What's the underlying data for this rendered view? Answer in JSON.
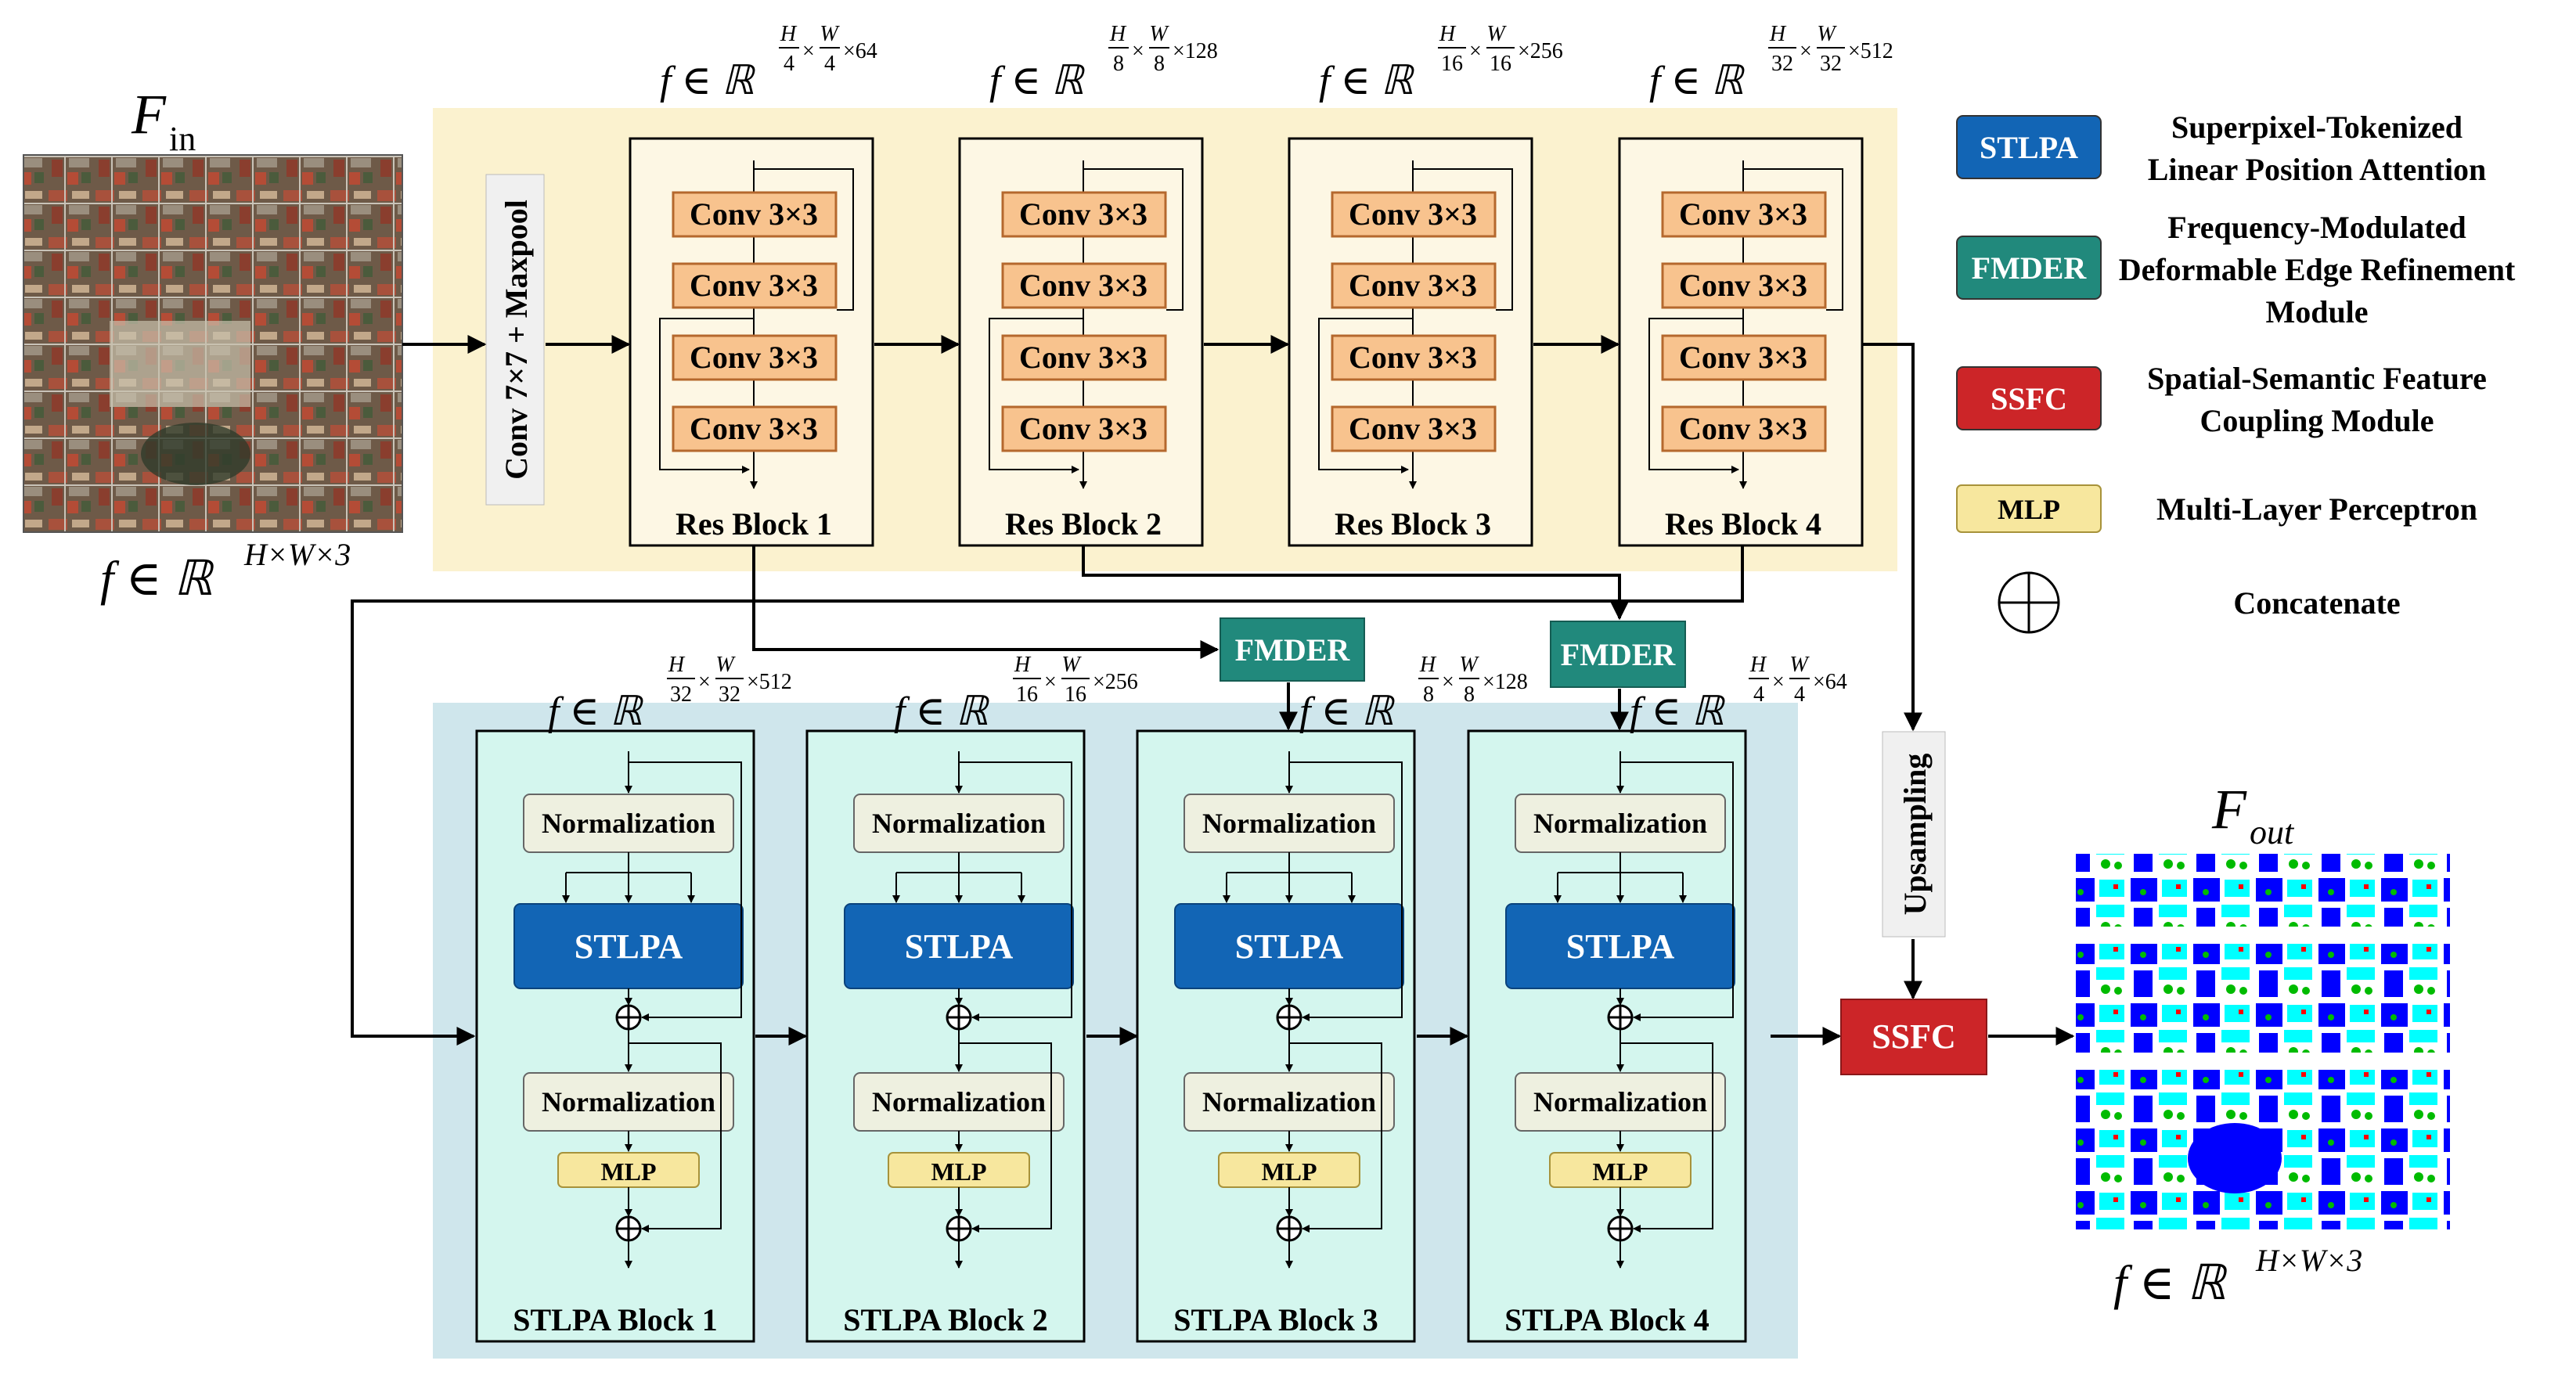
{
  "labels": {
    "f_in_main": "F",
    "f_in_sub": "in",
    "f_out_main": "F",
    "f_out_sub": "out",
    "f_prefix": "f ∈ ℝ",
    "input_shape": "H×W×3",
    "output_shape": "H×W×3",
    "stem": "Conv 7×7 + Maxpool",
    "conv": "Conv 3×3",
    "normalization": "Normalization",
    "stlpa": "STLPA",
    "mlp": "MLP",
    "fmder": "FMDER",
    "ssfc": "SSFC",
    "upsampling": "Upsampling"
  },
  "encoder_blocks": [
    {
      "label": "Res Block 1",
      "fh": "H",
      "fd": "4",
      "wh": "W",
      "wd": "4",
      "ch": "×64"
    },
    {
      "label": "Res Block 2",
      "fh": "H",
      "fd": "8",
      "wh": "W",
      "wd": "8",
      "ch": "×128"
    },
    {
      "label": "Res Block 3",
      "fh": "H",
      "fd": "16",
      "wh": "W",
      "wd": "16",
      "ch": "×256"
    },
    {
      "label": "Res Block 4",
      "fh": "H",
      "fd": "32",
      "wh": "W",
      "wd": "32",
      "ch": "×512"
    }
  ],
  "decoder_blocks": [
    {
      "label": "STLPA Block 1",
      "fh": "H",
      "fd": "32",
      "wh": "W",
      "wd": "32",
      "ch": "×512"
    },
    {
      "label": "STLPA Block 2",
      "fh": "H",
      "fd": "16",
      "wh": "W",
      "wd": "16",
      "ch": "×256"
    },
    {
      "label": "STLPA Block 3",
      "fh": "H",
      "fd": "8",
      "wh": "W",
      "wd": "8",
      "ch": "×128"
    },
    {
      "label": "STLPA Block 4",
      "fh": "H",
      "fd": "4",
      "wh": "W",
      "wd": "4",
      "ch": "×64"
    }
  ],
  "legend": [
    {
      "key": "STLPA",
      "lines": [
        "Superpixel-Tokenized",
        "Linear Position Attention"
      ]
    },
    {
      "key": "FMDER",
      "lines": [
        "Frequency-Modulated",
        "Deformable Edge Refinement",
        "Module"
      ]
    },
    {
      "key": "SSFC",
      "lines": [
        "Spatial-Semantic Feature",
        "Coupling Module"
      ]
    },
    {
      "key": "MLP",
      "lines": [
        "Multi-Layer Perceptron"
      ]
    },
    {
      "key": "",
      "lines": [
        "Concatenate"
      ]
    }
  ],
  "colors": {
    "encoder_bg": "#fbf2cf",
    "decoder_bg": "#cfe6ec",
    "block_bg": "#fdf7e4",
    "stlpa_block_bg": "#d4f6ee",
    "conv": "#f8c38e",
    "conv_border": "#b5682d",
    "norm": "#eef0e0",
    "stlpa": "#1265b5",
    "mlp": "#f7e79e",
    "fmder": "#21897c",
    "ssfc": "#cc2528",
    "stem": "#f0f0f0"
  }
}
